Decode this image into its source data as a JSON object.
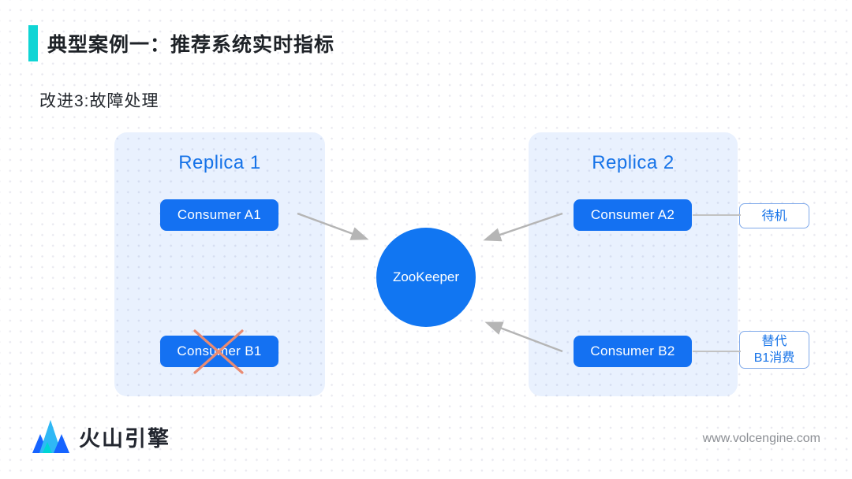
{
  "slide": {
    "title": "典型案例一：推荐系统实时指标",
    "subtitle": "改进3:故障处理"
  },
  "diagram": {
    "replica1": {
      "title": "Replica 1",
      "consumers": [
        {
          "label": "Consumer A1",
          "crossed_out": false
        },
        {
          "label": "Consumer B1",
          "crossed_out": true
        }
      ]
    },
    "replica2": {
      "title": "Replica 2",
      "consumers": [
        {
          "label": "Consumer A2",
          "crossed_out": false
        },
        {
          "label": "Consumer B2",
          "crossed_out": false
        }
      ]
    },
    "center_node": {
      "label": "ZooKeeper"
    },
    "annotations": [
      {
        "target": "Consumer A2",
        "lines": [
          "待机"
        ]
      },
      {
        "target": "Consumer B2",
        "lines": [
          "替代",
          "B1消费"
        ]
      }
    ],
    "arrows": [
      {
        "from": "Consumer A1",
        "to": "ZooKeeper"
      },
      {
        "from": "Consumer A2",
        "to": "ZooKeeper"
      },
      {
        "from": "Consumer B2",
        "to": "ZooKeeper"
      }
    ]
  },
  "footer": {
    "brand": "火山引擎",
    "url": "www.volcengine.com"
  },
  "colors": {
    "accent_bar": "#10d5d5",
    "node_blue": "#1471f2",
    "panel_fill": "#dfeafb",
    "label_blue": "#1673e8",
    "arrow_gray": "#b5b5b5",
    "cross_red": "#e98b72",
    "title_dark": "#1e2227"
  }
}
